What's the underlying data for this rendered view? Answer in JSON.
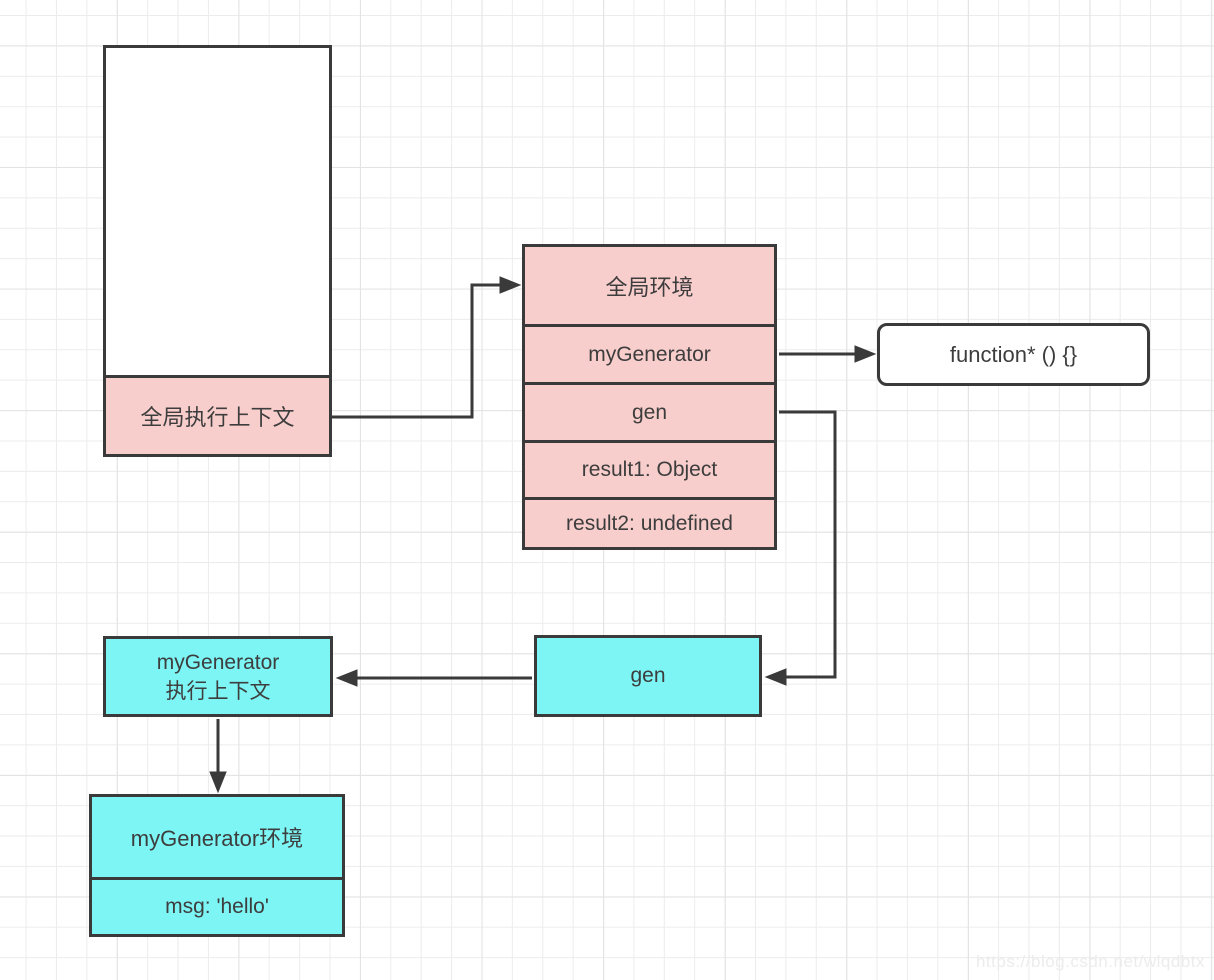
{
  "colors": {
    "pink": "#f8cecc",
    "cyan": "#7df5f5",
    "stroke": "#3a3a3a",
    "text": "#3d3d3d",
    "grid-minor": "#ececec",
    "grid-major": "#e3e3e3",
    "watermark": "#ececec"
  },
  "diagram": {
    "call_stack": {
      "context_label": "全局执行上下文"
    },
    "env_stack": {
      "title": "全局环境",
      "rows": [
        "myGenerator",
        "gen",
        "result1: Object",
        "result2: undefined"
      ]
    },
    "function_box": {
      "label": "function* () {}"
    },
    "gen_box": {
      "label": "gen"
    },
    "mygen_context": {
      "line1": "myGenerator",
      "line2": "执行上下文"
    },
    "mygen_env": {
      "title": "myGenerator环境",
      "rows": [
        "msg: 'hello'"
      ]
    },
    "watermark": {
      "text": "https://blog.csdn.net/wlqdbtx"
    }
  }
}
